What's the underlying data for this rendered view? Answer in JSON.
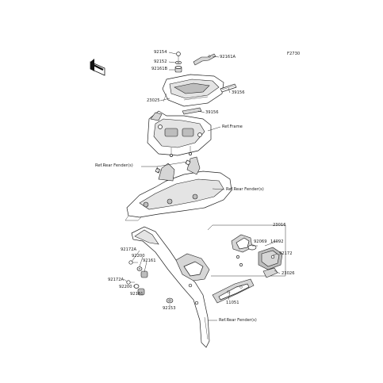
{
  "diagram": {
    "code": "F2730",
    "direction_icon": "front-arrow-icon",
    "callouts": [
      {
        "id": "c92154",
        "text": "92154"
      },
      {
        "id": "c92152",
        "text": "92152"
      },
      {
        "id": "c92161B",
        "text": "92161B"
      },
      {
        "id": "c92161A",
        "text": "92161A"
      },
      {
        "id": "c39156a",
        "text": "39156"
      },
      {
        "id": "c23025",
        "text": "23025"
      },
      {
        "id": "c39156b",
        "text": "39156"
      },
      {
        "id": "cRefFrame",
        "text": "Ref.Frame"
      },
      {
        "id": "cRefRearFender1",
        "text": "Ref.Rear Fender(s)"
      },
      {
        "id": "cRefRearFender2",
        "text": "Ref.Rear Fender(s)"
      },
      {
        "id": "c23016",
        "text": "23016"
      },
      {
        "id": "c92069",
        "text": "92069"
      },
      {
        "id": "c14092",
        "text": "14092"
      },
      {
        "id": "c92172",
        "text": "92172"
      },
      {
        "id": "c23026",
        "text": "23026"
      },
      {
        "id": "c11051",
        "text": "11051"
      },
      {
        "id": "c92172Aa",
        "text": "92172A"
      },
      {
        "id": "c92200a",
        "text": "92200"
      },
      {
        "id": "c92161a",
        "text": "92161"
      },
      {
        "id": "c92172Ab",
        "text": "92172A"
      },
      {
        "id": "c92200b",
        "text": "92200"
      },
      {
        "id": "c92161b",
        "text": "92161"
      },
      {
        "id": "c92153",
        "text": "92153"
      },
      {
        "id": "cRefRearFender3",
        "text": "Ref.Rear Fender(s)"
      }
    ]
  }
}
